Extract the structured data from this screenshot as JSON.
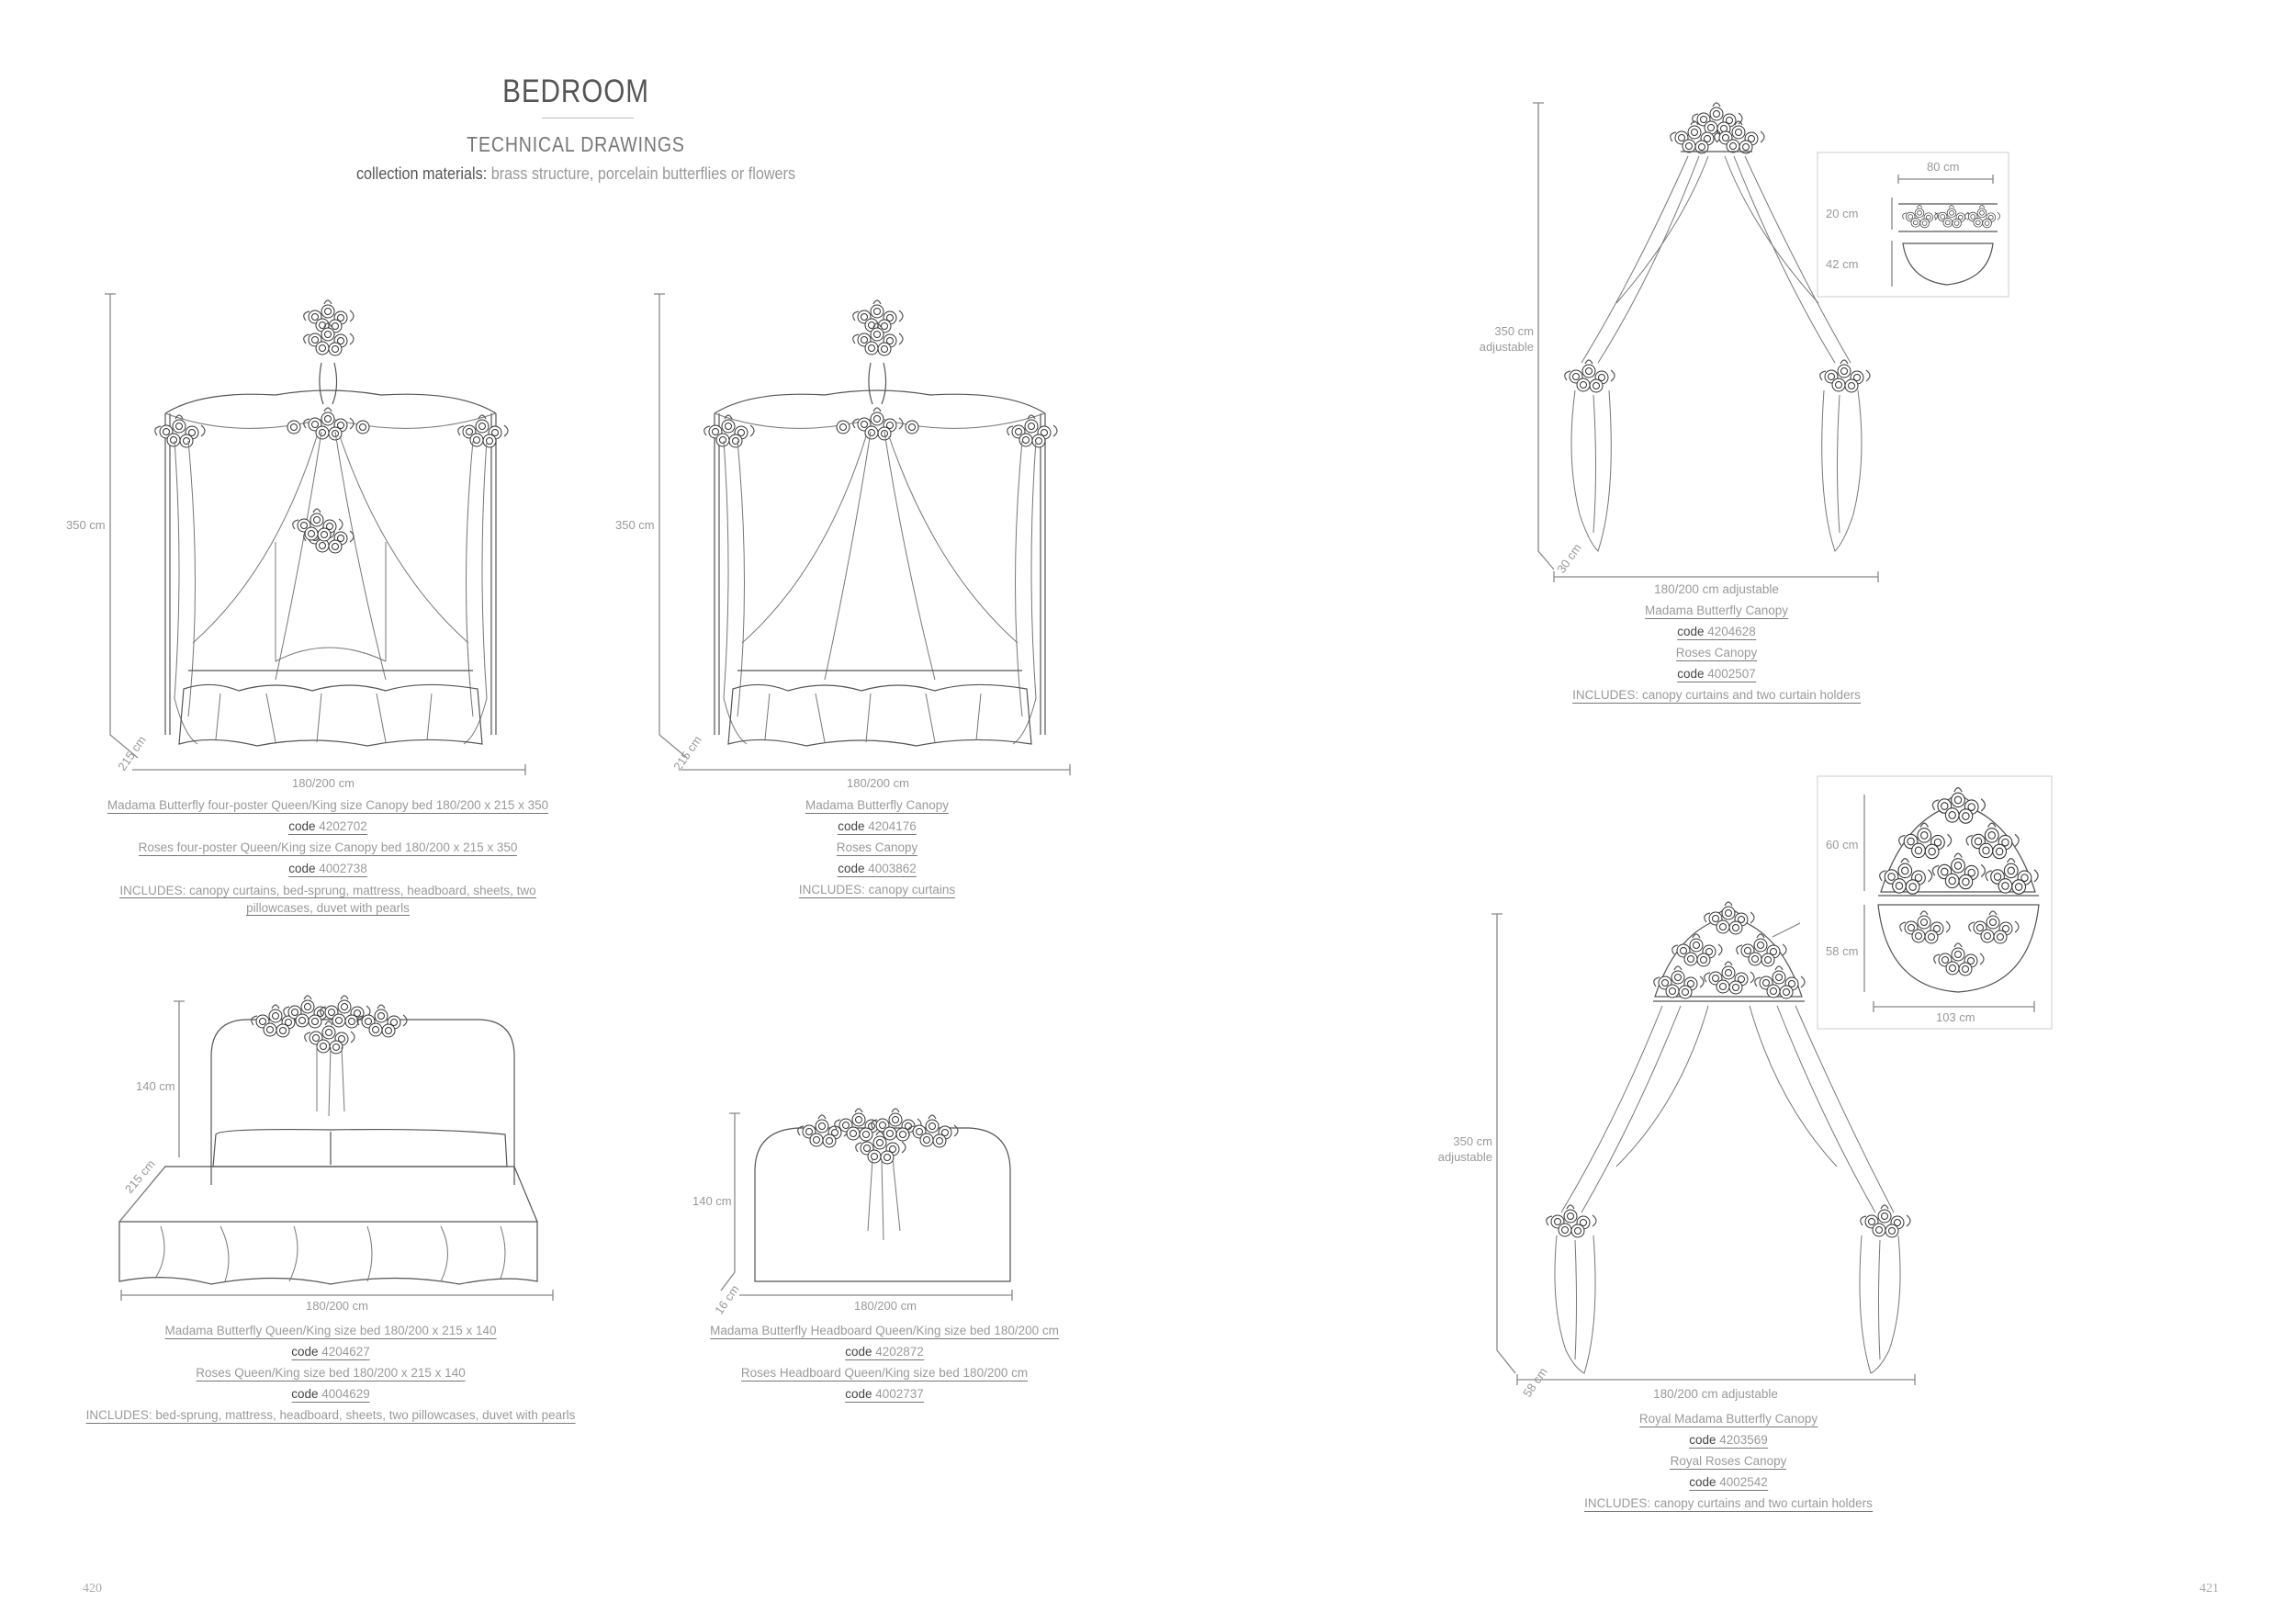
{
  "header": {
    "title": "BEDROOM",
    "subtitle": "TECHNICAL DRAWINGS",
    "materials_label": "collection materials:",
    "materials_value": "brass structure, porcelain butterflies or flowers"
  },
  "products": [
    {
      "dims": {
        "height": "350 cm",
        "depth": "215 cm",
        "width": "180/200 cm"
      },
      "name1": "Madama Butterfly four-poster Queen/King size Canopy bed 180/200 x 215 x 350",
      "code1": "4202702",
      "name2": "Roses four-poster Queen/King size Canopy bed 180/200 x 215 x 350",
      "code2": "4002738",
      "includes": "INCLUDES: canopy curtains, bed-sprung, mattress, headboard, sheets, two pillowcases, duvet with pearls"
    },
    {
      "dims": {
        "height": "350 cm",
        "depth": "215 cm",
        "width": "180/200 cm"
      },
      "name1": "Madama Butterfly Canopy",
      "code1": "4204176",
      "name2": "Roses Canopy",
      "code2": "4003862",
      "includes": "INCLUDES: canopy curtains"
    },
    {
      "dims": {
        "height": "350 cm adjustable",
        "depth": "30 cm",
        "width": "180/200 cm adjustable",
        "inset_width": "80 cm",
        "inset_h1": "20 cm",
        "inset_h2": "42 cm"
      },
      "name1": "Madama Butterfly Canopy",
      "code1": "4204628",
      "name2": "Roses Canopy",
      "code2": "4002507",
      "includes": "INCLUDES: canopy curtains and two curtain holders"
    },
    {
      "dims": {
        "height": "140 cm",
        "depth": "215 cm",
        "width": "180/200 cm"
      },
      "name1": "Madama Butterfly Queen/King size bed 180/200 x 215 x 140",
      "code1": "4204627",
      "name2": "Roses Queen/King size bed 180/200 x 215 x 140",
      "code2": "4004629",
      "includes": "INCLUDES: bed-sprung, mattress, headboard, sheets, two pillowcases, duvet with pearls"
    },
    {
      "dims": {
        "height": "140 cm",
        "depth": "16 cm",
        "width": "180/200 cm"
      },
      "name1": "Madama Butterfly Headboard Queen/King size bed 180/200 cm",
      "code1": "4202872",
      "name2": "Roses Headboard Queen/King size bed 180/200 cm",
      "code2": "4002737"
    },
    {
      "dims": {
        "height": "350 cm adjustable",
        "depth": "58 cm",
        "width": "180/200 cm adjustable",
        "inset_h1": "60 cm",
        "inset_h2": "58 cm",
        "inset_width": "103 cm"
      },
      "name1": "Royal Madama Butterfly Canopy",
      "code1": "4203569",
      "name2": "Royal Roses Canopy",
      "code2": "4002542",
      "includes": "INCLUDES: canopy curtains and two curtain holders"
    }
  ],
  "code_label": "code",
  "page_numbers": {
    "left": "420",
    "right": "421"
  }
}
